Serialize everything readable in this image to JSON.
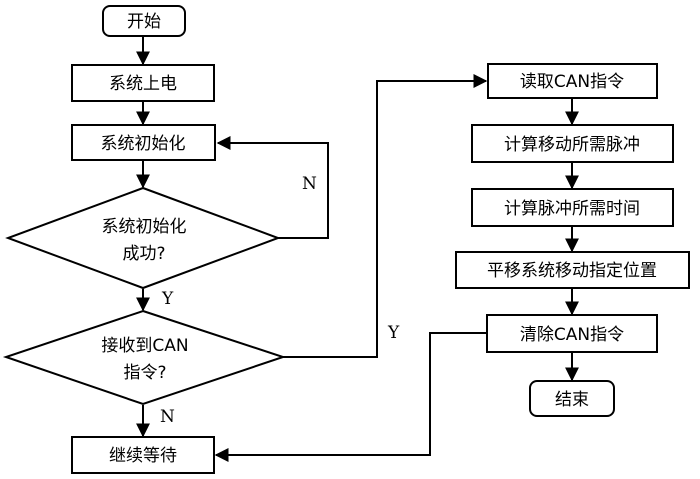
{
  "flowchart": {
    "nodes": {
      "start": "开始",
      "power_on": "系统上电",
      "init": "系统初始化",
      "init_ok_line1": "系统初始化",
      "init_ok_line2": "成功?",
      "recv_can_line1": "接收到CAN",
      "recv_can_line2": "指令?",
      "wait": "继续等待",
      "read_can": "读取CAN指令",
      "calc_pulse": "计算移动所需脉冲",
      "calc_time": "计算脉冲所需时间",
      "move": "平移系统移动指定位置",
      "clear_can": "清除CAN指令",
      "end": "结束"
    },
    "edge_labels": {
      "init_no": "N",
      "init_yes": "Y",
      "recv_yes": "Y",
      "recv_no": "N"
    }
  }
}
